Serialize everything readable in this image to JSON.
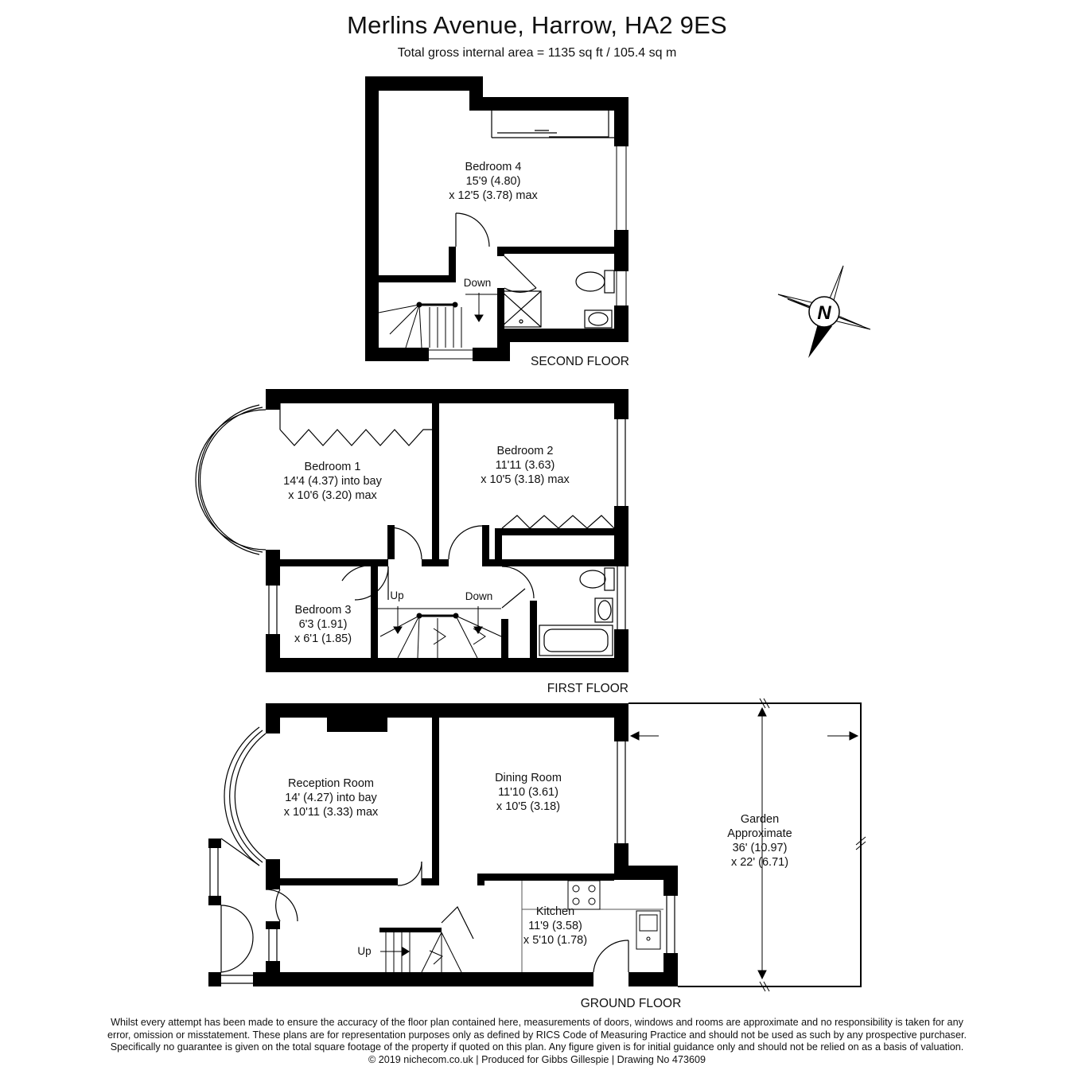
{
  "header": {
    "title": "Merlins Avenue, Harrow, HA2 9ES",
    "area": "Total gross internal area =  1135 sq ft / 105.4 sq m"
  },
  "floors": {
    "second": {
      "label": "SECOND FLOOR",
      "stairs": "Down",
      "bedroom4": {
        "name": "Bedroom 4",
        "dim1": "15'9 (4.80)",
        "dim2": "x 12'5 (3.78) max"
      }
    },
    "first": {
      "label": "FIRST FLOOR",
      "stairs_up": "Up",
      "stairs_down": "Down",
      "bedroom1": {
        "name": "Bedroom 1",
        "dim1": "14'4 (4.37) into bay",
        "dim2": "x 10'6 (3.20) max"
      },
      "bedroom2": {
        "name": "Bedroom 2",
        "dim1": "11'11 (3.63)",
        "dim2": "x 10'5 (3.18) max"
      },
      "bedroom3": {
        "name": "Bedroom 3",
        "dim1": "6'3 (1.91)",
        "dim2": "x 6'1 (1.85)"
      }
    },
    "ground": {
      "label": "GROUND FLOOR",
      "stairs_up": "Up",
      "reception": {
        "name": "Reception Room",
        "dim1": "14' (4.27) into bay",
        "dim2": "x 10'11 (3.33) max"
      },
      "dining": {
        "name": "Dining Room",
        "dim1": "11'10 (3.61)",
        "dim2": "x 10'5 (3.18)"
      },
      "kitchen": {
        "name": "Kitchen",
        "dim1": "11'9 (3.58)",
        "dim2": "x 5'10 (1.78)"
      },
      "garden": {
        "name": "Garden",
        "sub": "Approximate",
        "dim1": "36' (10.97)",
        "dim2": "x 22' (6.71)"
      }
    }
  },
  "compass": {
    "letter": "N"
  },
  "disclaimer": {
    "line1": "Whilst every attempt has been made to ensure the accuracy of the floor plan contained here, measurements of doors, windows and rooms are approximate and no responsibility is taken for any",
    "line2": "error, omission or misstatement. These plans are for representation purposes only as defined by RICS Code of Measuring Practice and should not be used as such by any prospective purchaser.",
    "line3": "Specifically no guarantee is given on the total square footage of the property if quoted on this plan. Any figure given is for initial guidance only and should not be relied on as a basis of valuation.",
    "line4": "© 2019 nichecom.co.uk  |  Produced for Gibbs Gillespie  |  Drawing No 473609"
  },
  "colors": {
    "wall": "#000000",
    "fixture": "#555555",
    "background": "#ffffff"
  }
}
